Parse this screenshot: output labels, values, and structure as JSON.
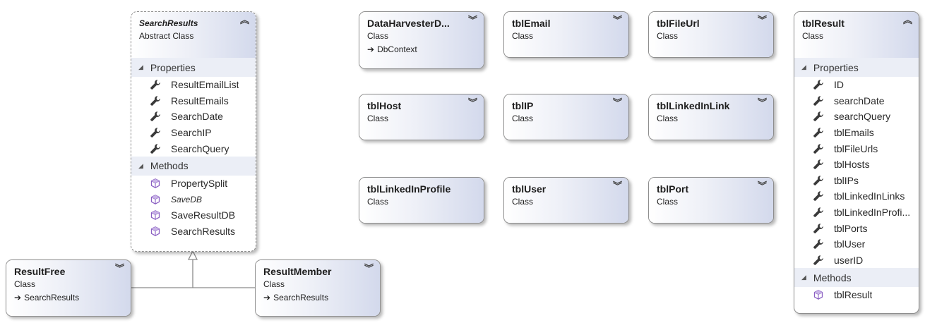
{
  "diagram": {
    "labels": {
      "properties": "Properties",
      "methods": "Methods"
    },
    "search_results": {
      "name": "SearchResults",
      "kind": "Abstract Class",
      "properties": [
        "ResultEmailList",
        "ResultEmails",
        "SearchDate",
        "SearchIP",
        "SearchQuery"
      ],
      "methods": [
        "PropertySplit",
        "SaveDB",
        "SaveResultDB",
        "SearchResults"
      ]
    },
    "result_free": {
      "name": "ResultFree",
      "kind": "Class",
      "base": "SearchResults"
    },
    "result_member": {
      "name": "ResultMember",
      "kind": "Class",
      "base": "SearchResults"
    },
    "data_harvester": {
      "name": "DataHarvesterD...",
      "kind": "Class",
      "base": "DbContext"
    },
    "tbl_email": {
      "name": "tblEmail",
      "kind": "Class"
    },
    "tbl_file_url": {
      "name": "tblFileUrl",
      "kind": "Class"
    },
    "tbl_host": {
      "name": "tblHost",
      "kind": "Class"
    },
    "tbl_ip": {
      "name": "tblIP",
      "kind": "Class"
    },
    "tbl_linkedin_link": {
      "name": "tblLinkedInLink",
      "kind": "Class"
    },
    "tbl_linkedin_profile": {
      "name": "tblLinkedInProfile",
      "kind": "Class"
    },
    "tbl_user": {
      "name": "tblUser",
      "kind": "Class"
    },
    "tbl_port": {
      "name": "tblPort",
      "kind": "Class"
    },
    "tbl_result": {
      "name": "tblResult",
      "kind": "Class",
      "properties": [
        "ID",
        "searchDate",
        "searchQuery",
        "tblEmails",
        "tblFileUrls",
        "tblHosts",
        "tblIPs",
        "tblLinkedInLinks",
        "tblLinkedInProfi...",
        "tblPorts",
        "tblUser",
        "userID"
      ],
      "methods": [
        "tblResult"
      ]
    },
    "icons": {
      "property": "wrench-icon",
      "method": "cube-icon",
      "collapse": "double-chevron-up-icon",
      "expand": "double-chevron-down-icon",
      "section_toggle": "triangle-icon",
      "inheritance": "arrow-right-icon"
    }
  }
}
